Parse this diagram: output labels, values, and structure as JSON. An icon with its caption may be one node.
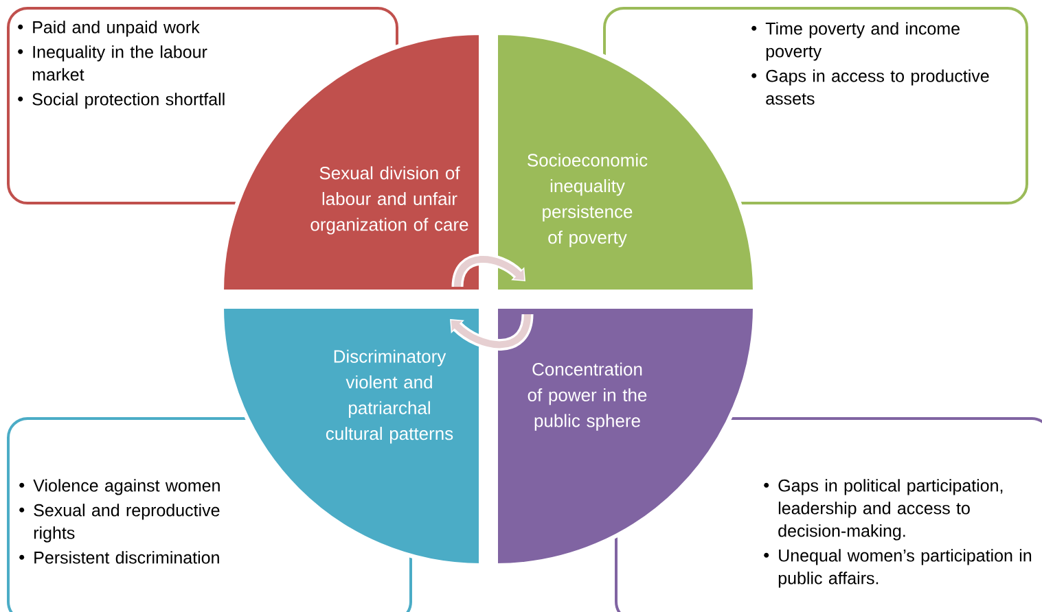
{
  "diagram": {
    "nodes": [
      {
        "text": [
          "Sexual division of labour and unfair organization of care"
        ]
      },
      {
        "text": [
          "Socioeconomic inequality persistence of poverty"
        ]
      },
      {
        "text": [
          "Discriminatory violent and patriarchal cultural patterns"
        ]
      },
      {
        "text": [
          "Concentration of power in the public sphere"
        ]
      },
      {
        "text": [
          "Paid and unpaid work",
          "Inequality in the labour market",
          "Social protection shortfall"
        ]
      },
      {
        "text": [
          "Time poverty and income poverty",
          "Gaps in access to productive assets"
        ]
      },
      {
        "text": [
          "Violence against women",
          "Sexual and reproductive rights",
          "Persistent discrimination"
        ]
      },
      {
        "text": [
          "Gaps in political participation, leadership and access to decision-making.",
          "Unequal women’s participation in public affairs."
        ]
      }
    ],
    "edges": [
      {
        "from": 0,
        "to": 1,
        "arrow": "to"
      },
      {
        "from": 3,
        "to": 2,
        "arrow": "to"
      }
    ]
  }
}
